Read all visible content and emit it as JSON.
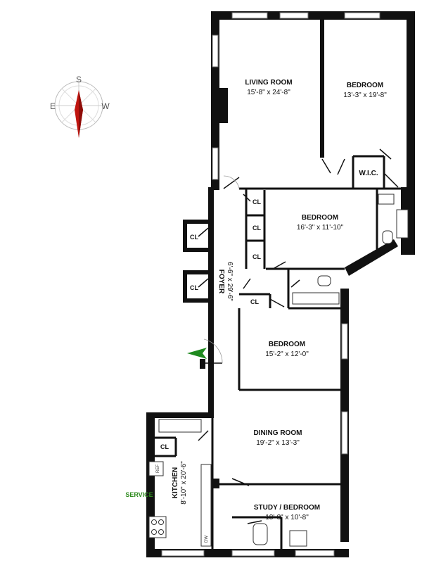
{
  "compass": {
    "south": "S",
    "east": "E",
    "west": "W"
  },
  "rooms": {
    "living_room": {
      "name": "LIVING ROOM",
      "dims": "15'-8\" x 24'-8\""
    },
    "bedroom_1": {
      "name": "BEDROOM",
      "dims": "13'-3\" x 19'-8\""
    },
    "bedroom_2": {
      "name": "BEDROOM",
      "dims": "16'-3\" x 11'-10\""
    },
    "bedroom_3": {
      "name": "BEDROOM",
      "dims": "15'-2\" x 12'-0\""
    },
    "foyer": {
      "name": "FOYER",
      "dims": "6'-6\" x 29'-6\""
    },
    "dining_room": {
      "name": "DINING ROOM",
      "dims": "19'-2\" x 13'-3\""
    },
    "kitchen": {
      "name": "KITCHEN",
      "dims": "8'-10\" x 20'-6\""
    },
    "study": {
      "name": "STUDY / BEDROOM",
      "dims": "18'-8\" x 10'-8\""
    }
  },
  "closet_label": "CL",
  "wic_label": "W.I.C.",
  "service_label": "SERVICE",
  "ref_label": "REF",
  "dw_label": "DW",
  "colors": {
    "walls": "#111111",
    "compass_needle": "#c0150f",
    "entry_arrow": "#1f8a1f",
    "service_text": "#2e8b1e"
  }
}
